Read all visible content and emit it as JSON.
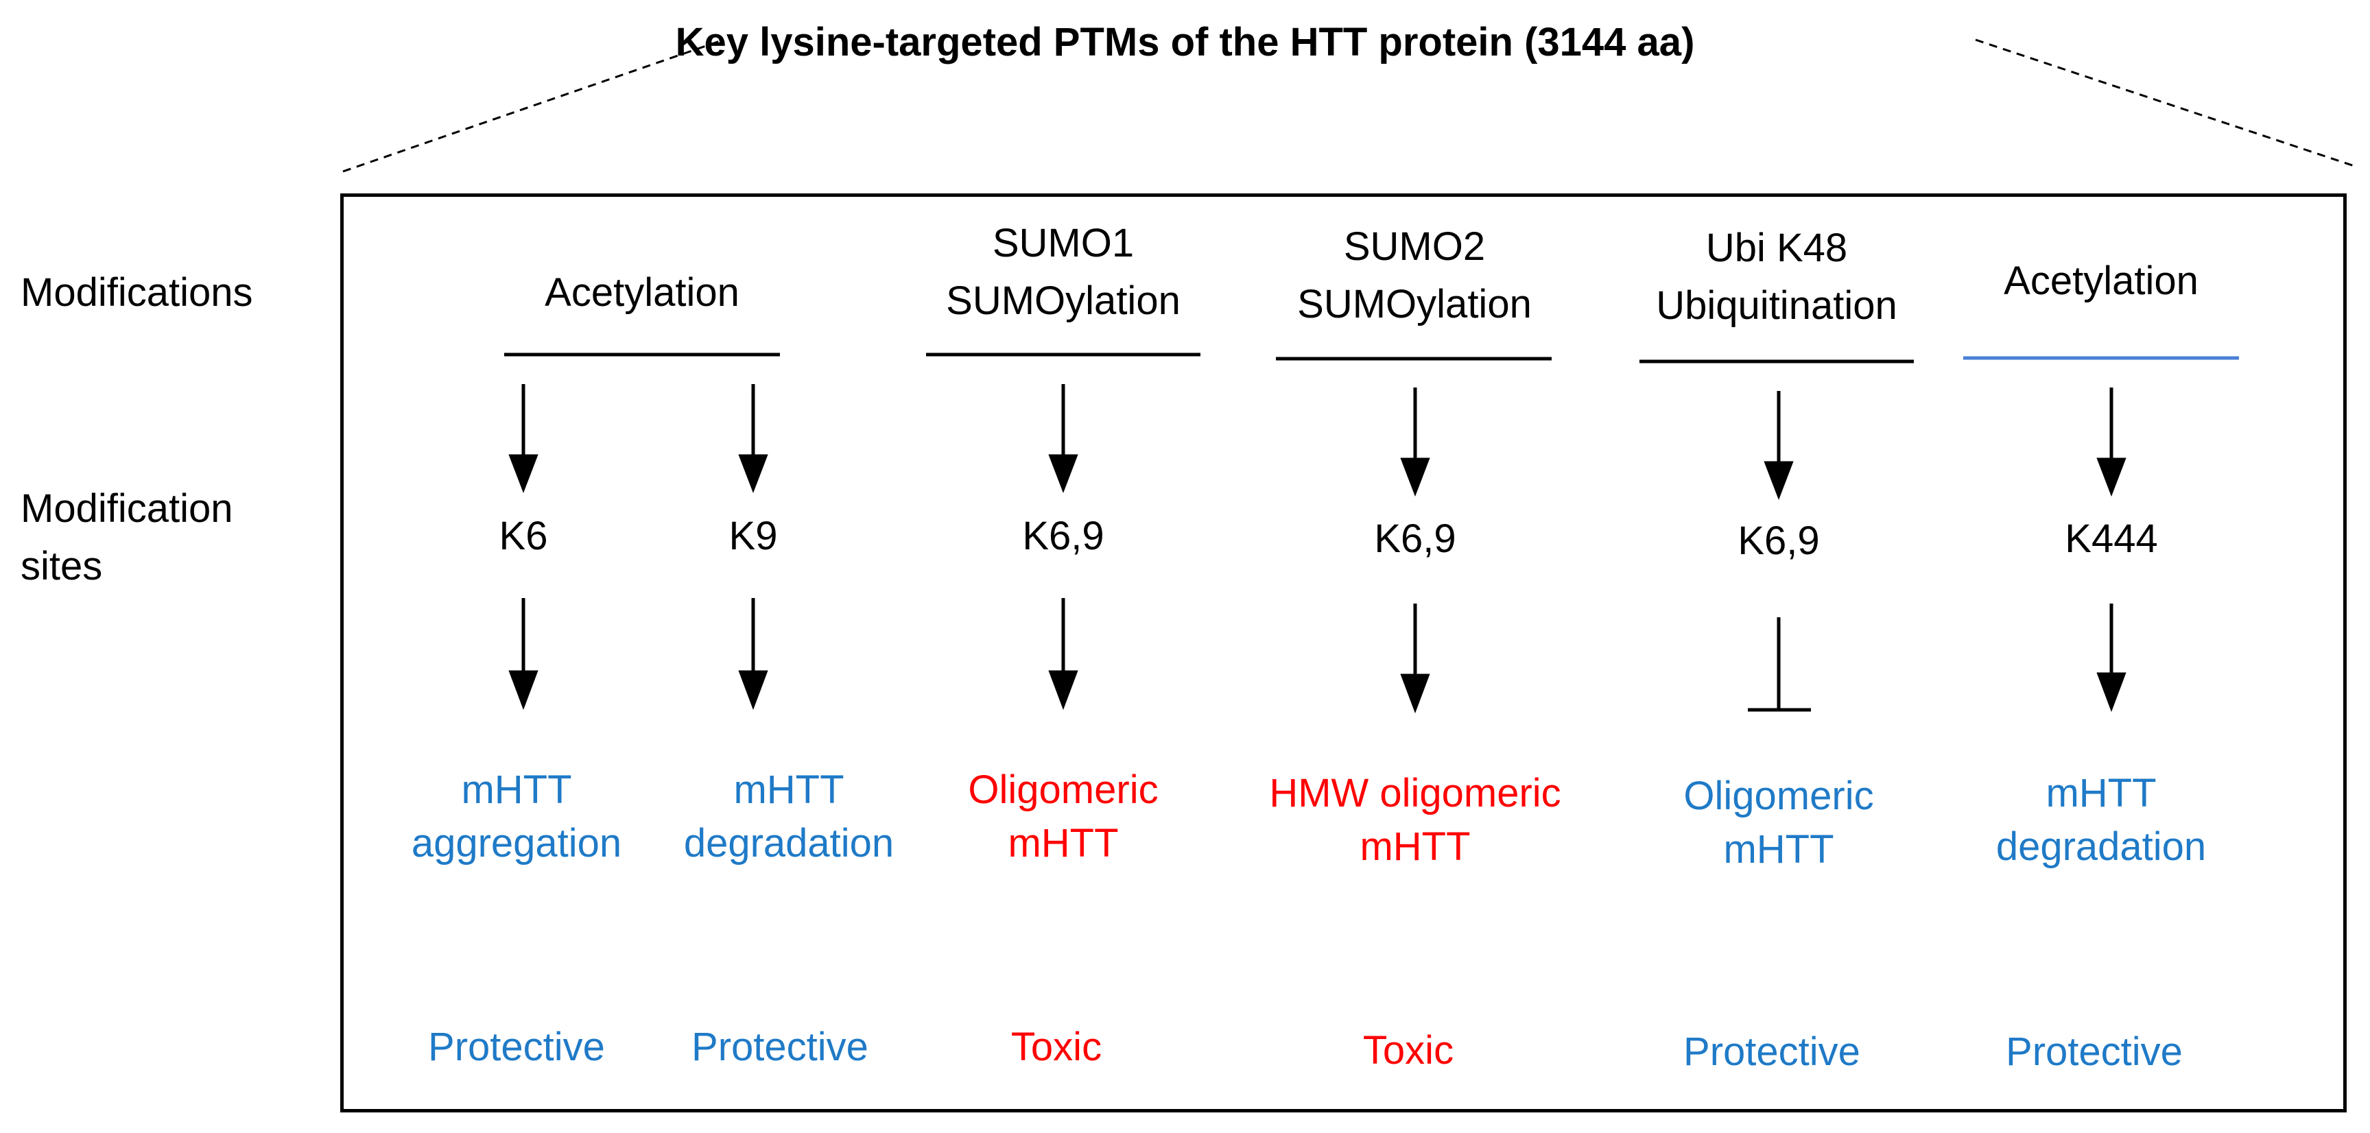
{
  "title": "Key lysine-targeted PTMs of the HTT protein (3144 aa)",
  "row_labels": {
    "modifications": "Modifications",
    "modification_sites_line1": "Modification",
    "modification_sites_line2": "sites"
  },
  "columns": [
    {
      "modification": "Acetylation",
      "sites": [
        "K6",
        "K9"
      ],
      "outcomes": [
        {
          "line1": "mHTT",
          "line2": "aggregation",
          "effect": "Protective",
          "color": "#1f7ac7",
          "relation": "arrow"
        },
        {
          "line1": "mHTT",
          "line2": "degradation",
          "effect": "Protective",
          "color": "#1f7ac7",
          "relation": "arrow"
        }
      ]
    },
    {
      "modification_line1": "SUMO1",
      "modification_line2": "SUMOylation",
      "site": "K6,9",
      "outcome_line1": "Oligomeric",
      "outcome_line2": "mHTT",
      "effect": "Toxic",
      "color": "#ff0000",
      "relation": "arrow"
    },
    {
      "modification_line1": "SUMO2",
      "modification_line2": "SUMOylation",
      "site": "K6,9",
      "outcome_line1": "HMW oligomeric",
      "outcome_line2": "mHTT",
      "effect": "Toxic",
      "color": "#ff0000",
      "relation": "arrow"
    },
    {
      "modification_line1": "Ubi K48",
      "modification_line2": "Ubiquitination",
      "site": "K6,9",
      "outcome_line1": "Oligomeric",
      "outcome_line2": "mHTT",
      "effect": "Protective",
      "color": "#1f7ac7",
      "relation": "inhibition"
    },
    {
      "modification": "Acetylation",
      "site": "K444",
      "outcome_line1": "mHTT",
      "outcome_line2": "degradation",
      "effect": "Protective",
      "color": "#1f7ac7",
      "relation": "arrow",
      "underline_color": "#4a7fd6"
    }
  ]
}
